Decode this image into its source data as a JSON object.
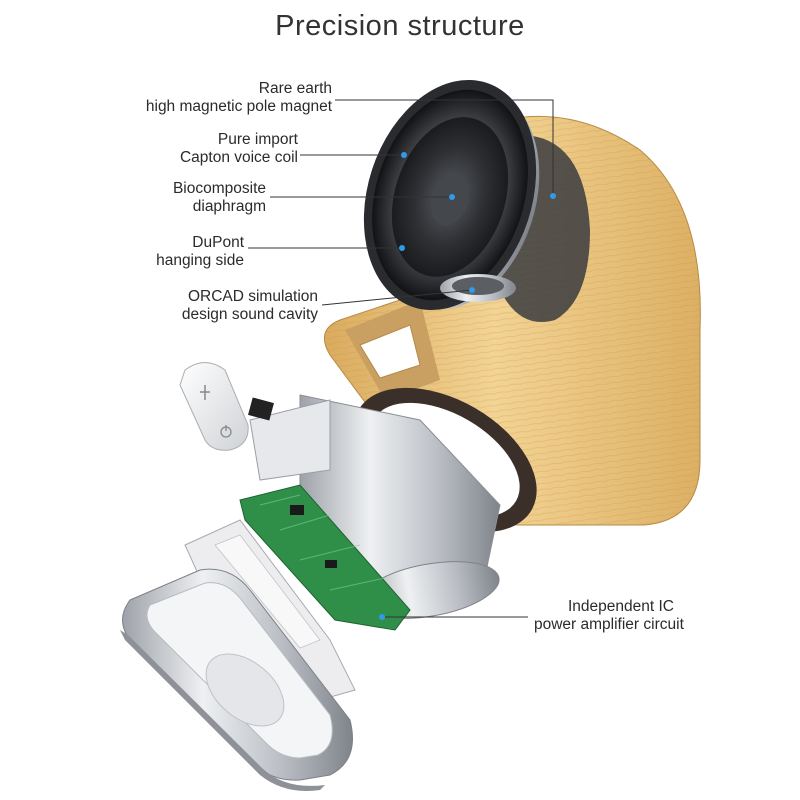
{
  "title": "Precision structure",
  "callouts": [
    {
      "id": "magnet",
      "lines": [
        "Rare earth",
        "high magnetic pole magnet"
      ]
    },
    {
      "id": "voice-coil",
      "lines": [
        "Pure import",
        "Capton voice coil"
      ]
    },
    {
      "id": "diaphragm",
      "lines": [
        "Biocomposite",
        "diaphragm"
      ]
    },
    {
      "id": "hanging-side",
      "lines": [
        "DuPont",
        "hanging side"
      ]
    },
    {
      "id": "sound-cavity",
      "lines": [
        "ORCAD simulation",
        "design sound cavity"
      ]
    },
    {
      "id": "amplifier",
      "lines": [
        "Independent IC",
        "power amplifier circuit"
      ]
    }
  ],
  "colors": {
    "wood": "#e9c27a",
    "wood_dark": "#c99a4f",
    "metal": "#c8cbcf",
    "pcb": "#2f8f48",
    "dot": "#2f9bea"
  },
  "icons": [
    "usb-icon",
    "power-icon"
  ]
}
